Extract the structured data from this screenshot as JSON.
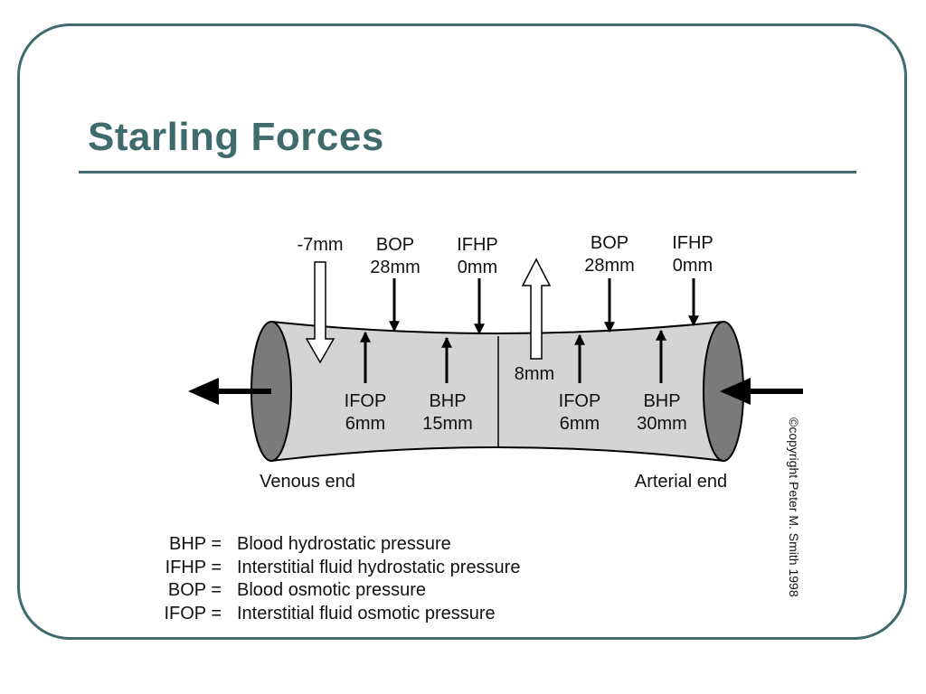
{
  "slide": {
    "title": "Starling Forces"
  },
  "diagram": {
    "labels": {
      "venous_pressure": "-7mm",
      "venous_bop_name": "BOP",
      "venous_bop_value": "28mm",
      "venous_ifhp_name": "IFHP",
      "venous_ifhp_value": "0mm",
      "venous_ifop_name": "IFOP",
      "venous_ifop_value": "6mm",
      "venous_bhp_name": "BHP",
      "venous_bhp_value": "15mm",
      "arterial_pressure": "8mm",
      "arterial_bop_name": "BOP",
      "arterial_bop_value": "28mm",
      "arterial_ifhp_name": "IFHP",
      "arterial_ifhp_value": "0mm",
      "arterial_ifop_name": "IFOP",
      "arterial_ifop_value": "6mm",
      "arterial_bhp_name": "BHP",
      "arterial_bhp_value": "30mm",
      "venous_end": "Venous end",
      "arterial_end": "Arterial end",
      "copyright": "©copyright Peter M. Smith 1998"
    },
    "legend": [
      {
        "abbr": "BHP =",
        "desc": "Blood hydrostatic pressure"
      },
      {
        "abbr": "IFHP =",
        "desc": "Interstitial fluid hydrostatic pressure"
      },
      {
        "abbr": "BOP =",
        "desc": "Blood osmotic pressure"
      },
      {
        "abbr": "IFOP =",
        "desc": "Interstitial fluid osmotic pressure"
      }
    ],
    "colors": {
      "vessel_fill": "#d4d4d4",
      "vessel_end_fill": "#7a7a7a",
      "accent": "#3f6b6c"
    }
  }
}
